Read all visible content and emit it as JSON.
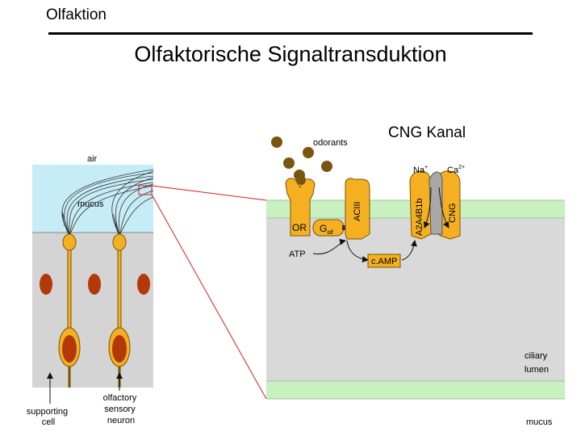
{
  "slide": {
    "header": "Olfaktion",
    "title": "Olfaktorische Signaltransduktion",
    "cng_heading": "CNG Kanal"
  },
  "left_panel": {
    "air": "air",
    "mucus": "mucus",
    "supporting_cell": [
      "supporting",
      "cell"
    ],
    "olfactory_neuron": [
      "olfactory",
      "sensory",
      "neuron"
    ]
  },
  "right_panel": {
    "odorants": "odorants",
    "or": "OR",
    "g_protein": "G",
    "g_sub": "olf",
    "aciii": "ACIII",
    "atp": "ATP",
    "camp": "c.AMP",
    "na": "Na",
    "na_sup": "+",
    "ca": "Ca",
    "ca_sup": "2+",
    "a2a4b1b": "A2A4B1b",
    "cng": "CNG",
    "ciliary_lumen": [
      "ciliary",
      "lumen"
    ],
    "mucus": "mucus"
  },
  "colors": {
    "air": "#c6ecf8",
    "membrane": "#c8f0c0",
    "cytoplasm": "#d9d9d9",
    "protein": "#f5b022",
    "protein_stroke": "#7a5500",
    "odorant": "#7a5510",
    "nucleus": "#b33a08",
    "zoom_line": "#d22020"
  }
}
